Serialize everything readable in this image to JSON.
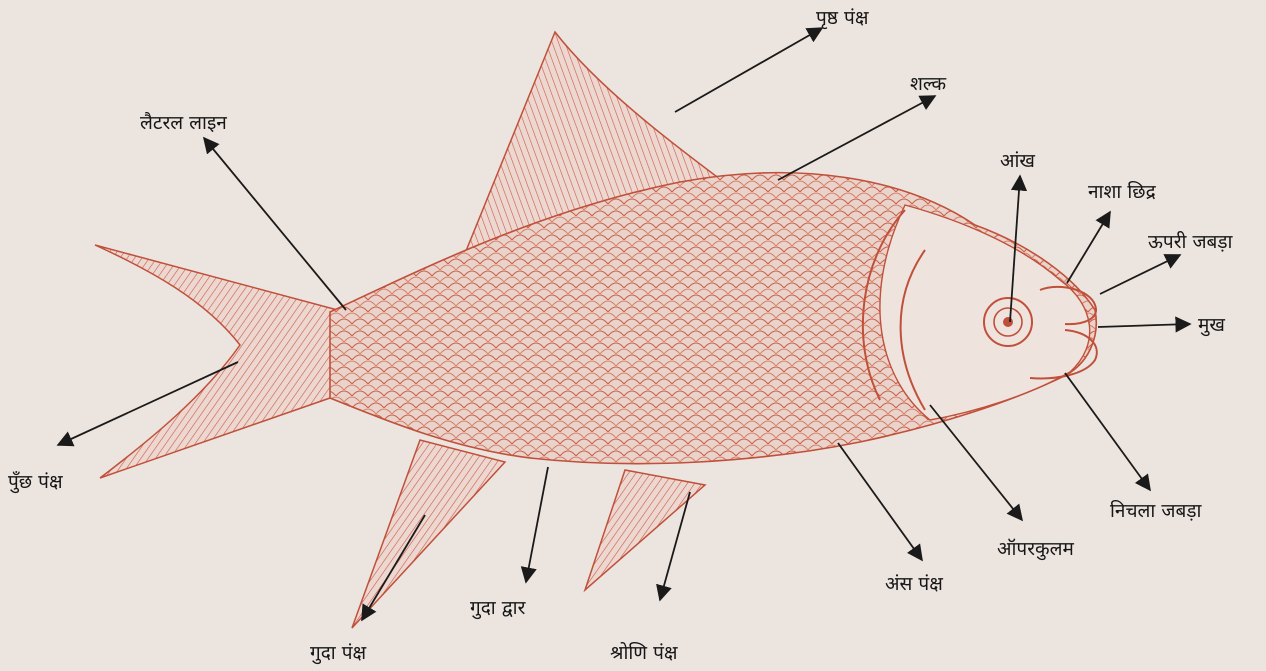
{
  "diagram": {
    "labels": {
      "dorsal_fin": "पृष्ठ पंक्ष",
      "scales": "शल्क",
      "lateral_line": "लैटरल लाइन",
      "eye": "आंख",
      "nostril": "नाशा छिद्र",
      "upper_jaw": "ऊपरी जबड़ा",
      "mouth": "मुख",
      "caudal_fin": "पुँछ पंक्ष",
      "lower_jaw": "निचला जबड़ा",
      "operculum": "ऑपरकुलम",
      "pectoral_fin": "अंस पंक्ष",
      "anus": "गुदा द्वार",
      "anal_fin": "गुदा पंक्ष",
      "pelvic_fin": "श्रोणि पंक्ष"
    },
    "colors": {
      "background": "#ece4df",
      "fish_outline": "#c0503a",
      "fish_fill": "#e8cdc4",
      "label_text": "#161616",
      "arrow": "#1a1a1a"
    }
  }
}
